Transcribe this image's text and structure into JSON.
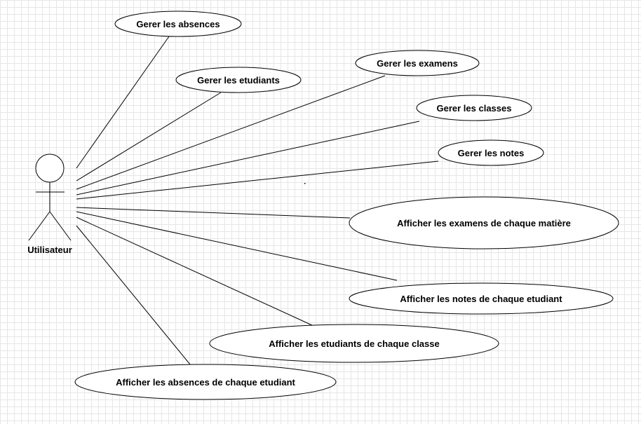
{
  "diagram": {
    "actor": {
      "name": "Utilisateur"
    },
    "use_cases": [
      {
        "id": "uc-gerer-absences",
        "label": "Gerer les absences"
      },
      {
        "id": "uc-gerer-etudiants",
        "label": "Gerer les etudiants"
      },
      {
        "id": "uc-gerer-examens",
        "label": "Gerer les examens"
      },
      {
        "id": "uc-gerer-classes",
        "label": "Gerer les classes"
      },
      {
        "id": "uc-gerer-notes",
        "label": "Gerer les notes"
      },
      {
        "id": "uc-afficher-examens-matiere",
        "label": "Afficher les examens de chaque matière"
      },
      {
        "id": "uc-afficher-notes-etudiant",
        "label": "Afficher les notes de chaque etudiant"
      },
      {
        "id": "uc-afficher-etudiants-classe",
        "label": "Afficher les etudiants de chaque classe"
      },
      {
        "id": "uc-afficher-absences-etudiant",
        "label": "Afficher les absences de chaque etudiant"
      }
    ]
  }
}
